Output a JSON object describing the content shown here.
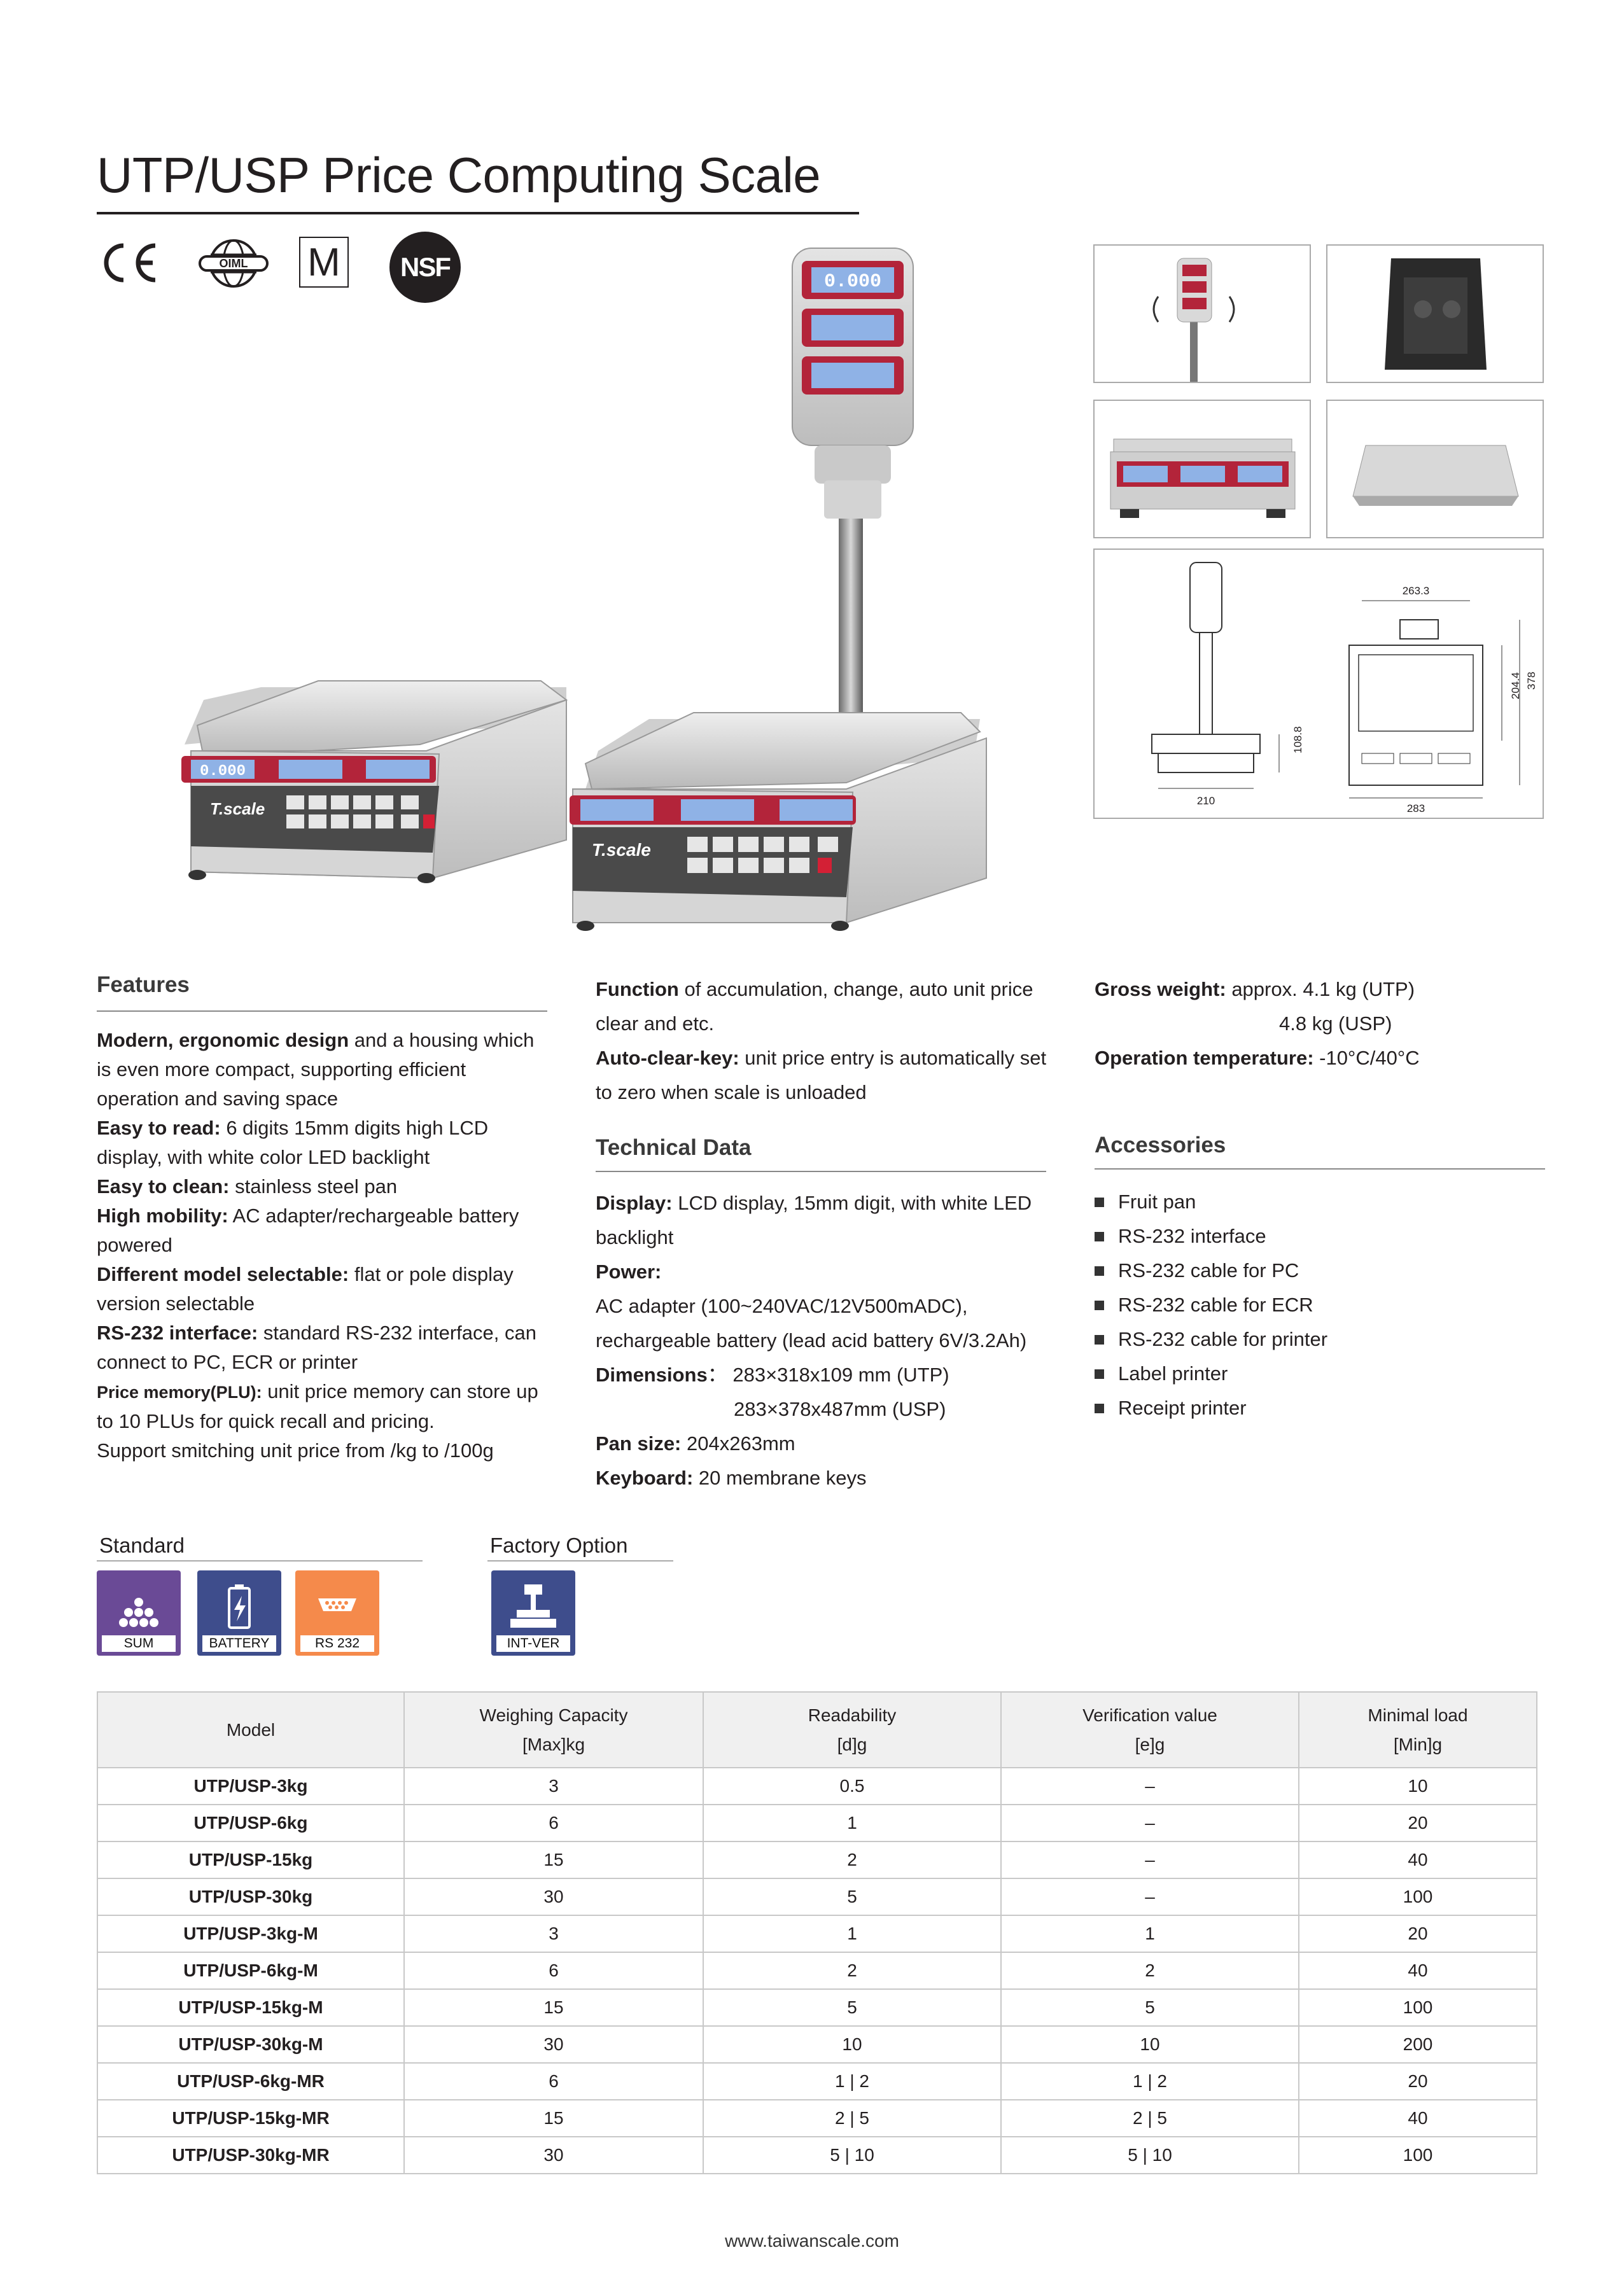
{
  "title": "UTP/USP Price Computing Scale",
  "certifications": {
    "ce": "CE",
    "oiml": "OIML",
    "m": "M",
    "nsf": "NSF"
  },
  "dimension_drawing": {
    "width_top": "263.3",
    "height_a": "204.4",
    "height_b": "378",
    "height_flat": "108.8",
    "depth": "210",
    "width_bottom": "283"
  },
  "display_readout": "0.000",
  "brand": "T.scale",
  "features": {
    "heading": "Features",
    "items": [
      {
        "label": "Modern, ergonomic design",
        "text": " and a housing which is even more compact, supporting efficient operation and saving space"
      },
      {
        "label": "Easy to read:",
        "text": " 6 digits 15mm digits high LCD display, with white color LED backlight"
      },
      {
        "label": "Easy to clean:",
        "text": " stainless steel pan"
      },
      {
        "label": "High mobility:",
        "text": " AC adapter/rechargeable battery powered"
      },
      {
        "label": "Different model selectable:",
        "text": " flat or pole display version selectable"
      },
      {
        "label": "RS-232 interface:",
        "text": " standard RS-232 interface, can connect to PC, ECR or printer"
      },
      {
        "label": "Price memory(PLU):",
        "text": " unit price memory can store up to 10 PLUs for quick recall and pricing."
      }
    ],
    "extra": "Support smitching unit price from /kg to /100g"
  },
  "col2": {
    "items": [
      {
        "label": "Function",
        "text": " of accumulation, change, auto unit price clear and etc."
      },
      {
        "label": "Auto-clear-key:",
        "text": " unit price entry is automatically set to zero when scale is unloaded"
      }
    ]
  },
  "technical": {
    "heading": "Technical Data",
    "display_label": "Display:",
    "display": " LCD display, 15mm digit, with white  LED backlight",
    "power_label": "Power:",
    "power": "AC adapter (100~240VAC/12V500mADC), rechargeable battery (lead acid battery 6V/3.2Ah)",
    "dimensions_label": "Dimensions",
    "dimensions_sep": "：",
    "dimensions_1": "283×318x109 mm (UTP)",
    "dimensions_2": "283×378x487mm (USP)",
    "pan_label": "Pan size:",
    "pan": " 204x263mm",
    "keyboard_label": "Keyboard:",
    "keyboard": " 20 membrane keys"
  },
  "col3": {
    "gross_label": "Gross weight:",
    "gross_1": " approx. 4.1 kg (UTP)",
    "gross_2": "4.8 kg (USP)",
    "temp_label": "Operation temperature:",
    "temp": " -10°C/40°C"
  },
  "accessories": {
    "heading": "Accessories",
    "items": [
      "Fruit pan",
      "RS-232 interface",
      "RS-232 cable for PC",
      "RS-232 cable for ECR",
      "RS-232 cable for printer",
      "Label printer",
      "Receipt printer"
    ]
  },
  "options": {
    "standard_label": "Standard",
    "factory_label": "Factory Option",
    "standard": [
      {
        "caption": "SUM",
        "color": "#6a4a96"
      },
      {
        "caption": "BATTERY",
        "color": "#3e4d8c"
      },
      {
        "caption": "RS 232",
        "color": "#f58a4b"
      }
    ],
    "factory": [
      {
        "caption": "INT-VER",
        "color": "#3e4d8c"
      }
    ]
  },
  "table": {
    "headers": [
      {
        "line1": "Model",
        "line2": ""
      },
      {
        "line1": "Weighing Capacity",
        "line2": "[Max]kg"
      },
      {
        "line1": "Readability",
        "line2": "[d]g"
      },
      {
        "line1": "Verification value",
        "line2": "[e]g"
      },
      {
        "line1": "Minimal load",
        "line2": "[Min]g"
      }
    ],
    "rows": [
      [
        "UTP/USP-3kg",
        "3",
        "0.5",
        "–",
        "10"
      ],
      [
        "UTP/USP-6kg",
        "6",
        "1",
        "–",
        "20"
      ],
      [
        "UTP/USP-15kg",
        "15",
        "2",
        "–",
        "40"
      ],
      [
        "UTP/USP-30kg",
        "30",
        "5",
        "–",
        "100"
      ],
      [
        "UTP/USP-3kg-M",
        "3",
        "1",
        "1",
        "20"
      ],
      [
        "UTP/USP-6kg-M",
        "6",
        "2",
        "2",
        "40"
      ],
      [
        "UTP/USP-15kg-M",
        "15",
        "5",
        "5",
        "100"
      ],
      [
        "UTP/USP-30kg-M",
        "30",
        "10",
        "10",
        "200"
      ],
      [
        "UTP/USP-6kg-MR",
        "6",
        "1 | 2",
        "1 | 2",
        "20"
      ],
      [
        "UTP/USP-15kg-MR",
        "15",
        "2 | 5",
        "2 | 5",
        "40"
      ],
      [
        "UTP/USP-30kg-MR",
        "30",
        "5 | 10",
        "5 | 10",
        "100"
      ]
    ]
  },
  "footer": "www.taiwanscale.com"
}
